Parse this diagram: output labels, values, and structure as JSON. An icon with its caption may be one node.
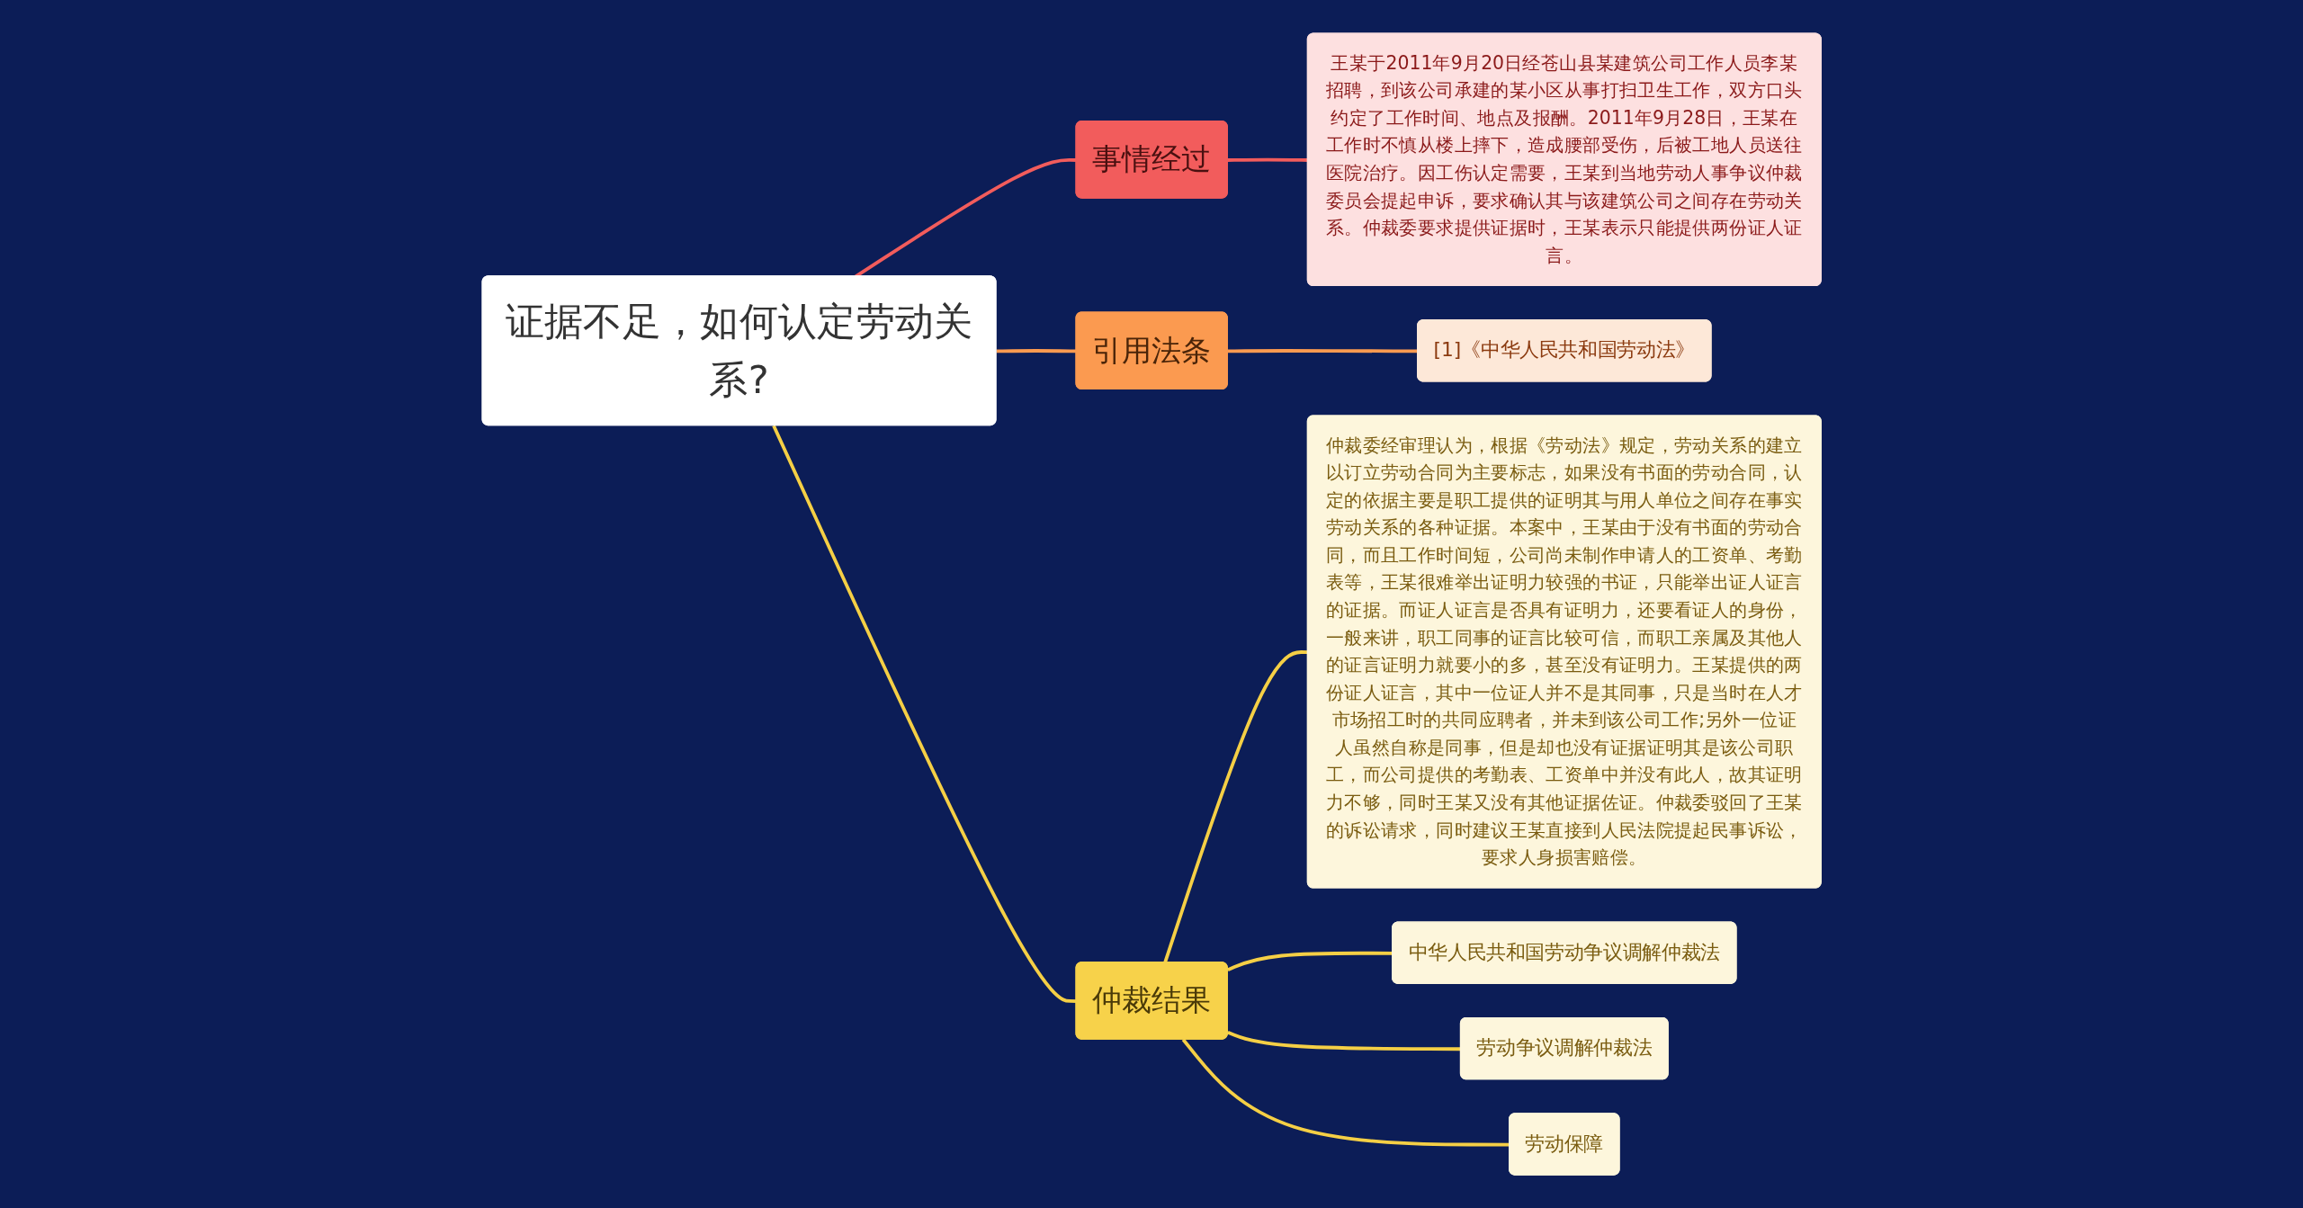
{
  "diagram": {
    "nodes": [
      {
        "text": [
          "证据不足，如何认定劳动关系?"
        ]
      },
      {
        "text": [
          "事情经过"
        ]
      },
      {
        "text": [
          "王某于2011年9月20日经苍山县某建筑公司工作人员李某招聘，到该公司承建的某小区从事打扫卫生工作，双方口头约定了工作时间、地点及报酬。2011年9月28日，王某在工作时不慎从楼上摔下，造成腰部受伤，后被工地人员送往医院治疗。因工伤认定需要，王某到当地劳动人事争议仲裁委员会提起申诉，要求确认其与该建筑公司之间存在劳动关系。仲裁委要求提供证据时，王某表示只能提供两份证人证言。"
        ]
      },
      {
        "text": [
          "引用法条"
        ]
      },
      {
        "text": [
          "[1]《中华人民共和国劳动法》"
        ]
      },
      {
        "text": [
          "仲裁结果"
        ]
      },
      {
        "text": [
          "仲裁委经审理认为，根据《劳动法》规定，劳动关系的建立以订立劳动合同为主要标志，如果没有书面的劳动合同，认定的依据主要是职工提供的证明其与用人单位之间存在事实劳动关系的各种证据。本案中，王某由于没有书面的劳动合同，而且工作时间短，公司尚未制作申请人的工资单、考勤表等，王某很难举出证明力较强的书证，只能举出证人证言的证据。而证人证言是否具有证明力，还要看证人的身份，一般来讲，职工同事的证言比较可信，而职工亲属及其他人的证言证明力就要小的多，甚至没有证明力。王某提供的两份证人证言，其中一位证人并不是其同事，只是当时在人才市场招工时的共同应聘者，并未到该公司工作;另外一位证人虽然自称是同事，但是却也没有证据证明其是该公司职工，而公司提供的考勤表、工资单中并没有此人，故其证明力不够，同时王某又没有其他证据佐证。仲裁委驳回了王某的诉讼请求，同时建议王某直接到人民法院提起民事诉讼，要求人身损害赔偿。"
        ]
      },
      {
        "text": [
          "中华人民共和国劳动争议调解仲裁法"
        ]
      },
      {
        "text": [
          "劳动争议调解仲裁法"
        ]
      },
      {
        "text": [
          "劳动保障"
        ]
      }
    ],
    "edges": [
      {
        "from": 0,
        "to": 1,
        "arrow": "none",
        "color": "#f25c5c"
      },
      {
        "from": 1,
        "to": 2,
        "arrow": "none",
        "color": "#f25c5c"
      },
      {
        "from": 0,
        "to": 3,
        "arrow": "none",
        "color": "#fb9a50"
      },
      {
        "from": 3,
        "to": 4,
        "arrow": "none",
        "color": "#fb9a50"
      },
      {
        "from": 0,
        "to": 5,
        "arrow": "none"
      },
      {
        "from": 5,
        "to": 6,
        "arrow": "none"
      },
      {
        "from": 5,
        "to": 7,
        "arrow": "none"
      },
      {
        "from": 5,
        "to": 8,
        "arrow": "none"
      },
      {
        "from": 5,
        "to": 9,
        "arrow": "none"
      }
    ]
  }
}
